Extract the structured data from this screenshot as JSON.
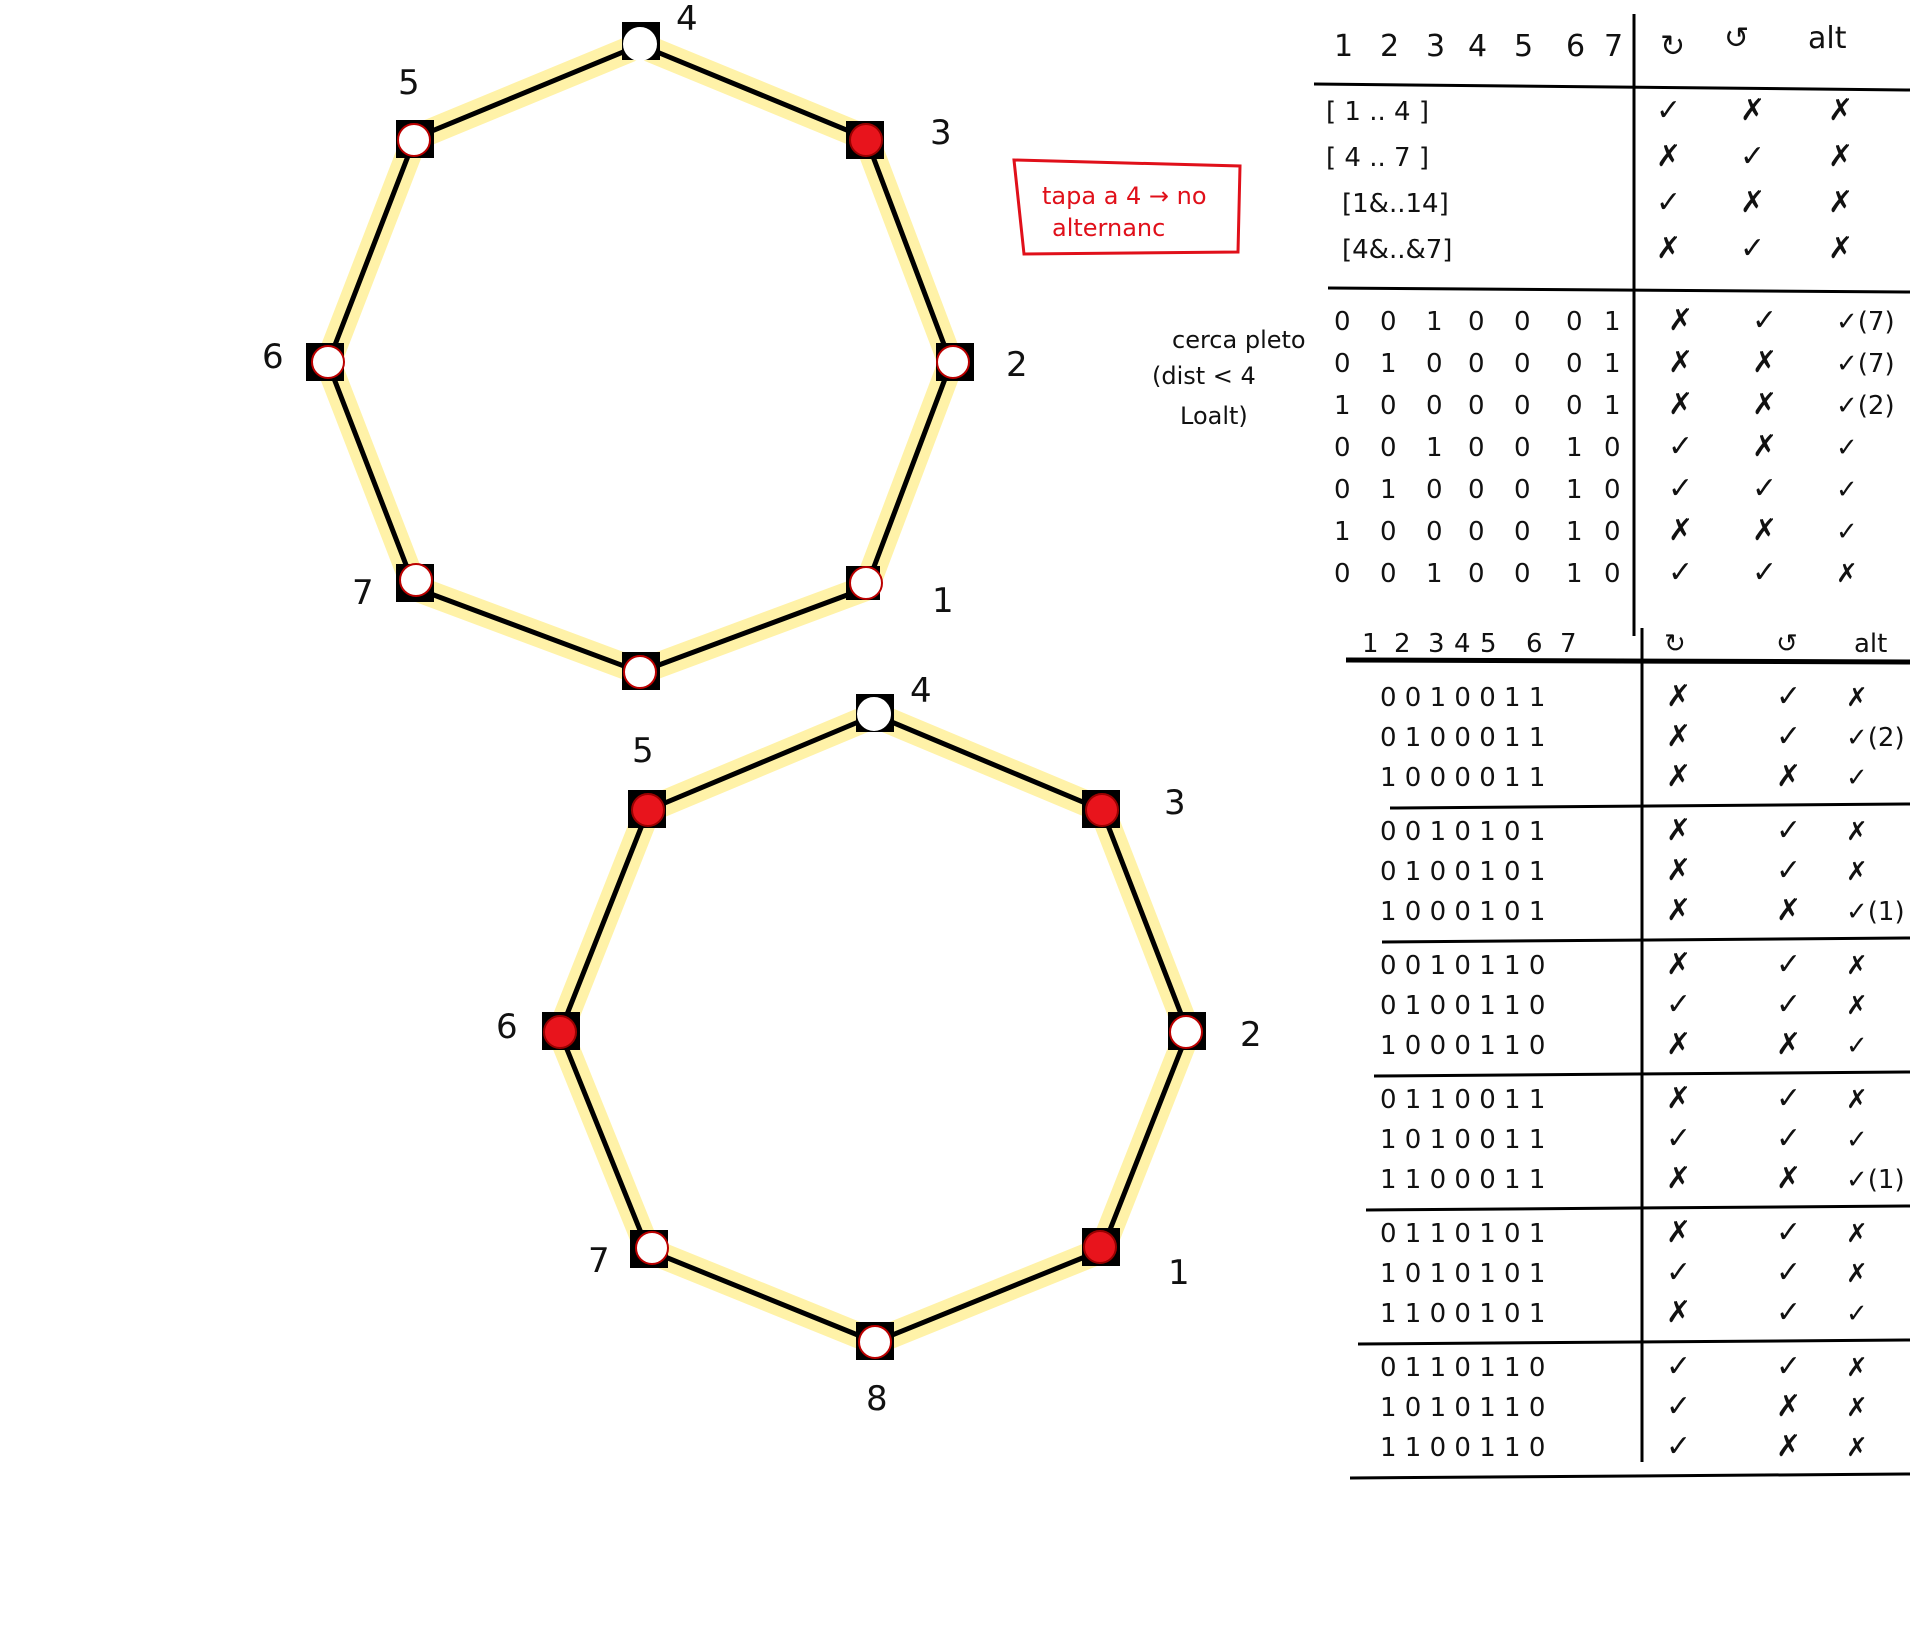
{
  "heptagon": {
    "vertices": [
      {
        "label": "1",
        "color": "white"
      },
      {
        "label": "2",
        "color": "white"
      },
      {
        "label": "3",
        "color": "red"
      },
      {
        "label": "4",
        "color": "white"
      },
      {
        "label": "5",
        "color": "white"
      },
      {
        "label": "6",
        "color": "white"
      },
      {
        "label": "7",
        "color": "white"
      },
      {
        "label": "",
        "color": "white"
      }
    ]
  },
  "octagon": {
    "vertices": [
      {
        "label": "1",
        "color": "red"
      },
      {
        "label": "2",
        "color": "white"
      },
      {
        "label": "3",
        "color": "red"
      },
      {
        "label": "4",
        "color": "white"
      },
      {
        "label": "5",
        "color": "red"
      },
      {
        "label": "6",
        "color": "red"
      },
      {
        "label": "7",
        "color": "white"
      },
      {
        "label": "8",
        "color": "white"
      }
    ]
  },
  "red_note": {
    "line1": "tapa a 4 → no",
    "line2": "alternanc"
  },
  "side_note": {
    "line1": "cerca pleto",
    "line2": "(dist < 4",
    "line3": "Loalt)"
  },
  "colors": {
    "red": "#e8141c",
    "yellow": "#fff2a8",
    "edge": "#000000"
  },
  "table1": {
    "headers": [
      "1",
      "2",
      "3",
      "4",
      "5",
      "6",
      "7",
      "↻",
      "↺",
      "alt"
    ],
    "range_rows": [
      {
        "label": "[ 1 .. 4 ]",
        "cw": "✓",
        "ccw": "✗",
        "alt": "✗"
      },
      {
        "label": "[ 4 .. 7 ]",
        "cw": "✗",
        "ccw": "✓",
        "alt": "✗"
      },
      {
        "label": "[1&..14]",
        "cw": "✓",
        "ccw": "✗",
        "alt": "✗"
      },
      {
        "label": "[4&..&7]",
        "cw": "✗",
        "ccw": "✓",
        "alt": "✗"
      }
    ],
    "bit_rows": [
      {
        "bits": [
          "0",
          "0",
          "1",
          "0",
          "0",
          "0",
          "1"
        ],
        "cw": "✗",
        "ccw": "✓",
        "alt": "✓(7)"
      },
      {
        "bits": [
          "0",
          "1",
          "0",
          "0",
          "0",
          "0",
          "1"
        ],
        "cw": "✗",
        "ccw": "✗",
        "alt": "✓(7)"
      },
      {
        "bits": [
          "1",
          "0",
          "0",
          "0",
          "0",
          "0",
          "1"
        ],
        "cw": "✗",
        "ccw": "✗",
        "alt": "✓(2)"
      },
      {
        "bits": [
          "0",
          "0",
          "1",
          "0",
          "0",
          "1",
          "0"
        ],
        "cw": "✓",
        "ccw": "✗",
        "alt": "✓"
      },
      {
        "bits": [
          "0",
          "1",
          "0",
          "0",
          "0",
          "1",
          "0"
        ],
        "cw": "✓",
        "ccw": "✓",
        "alt": "✓"
      },
      {
        "bits": [
          "1",
          "0",
          "0",
          "0",
          "0",
          "1",
          "0"
        ],
        "cw": "✗",
        "ccw": "✗",
        "alt": "✓"
      },
      {
        "bits": [
          "0",
          "0",
          "1",
          "0",
          "0",
          "1",
          "0"
        ],
        "cw": "✓",
        "ccw": "✓",
        "alt": "✗"
      }
    ]
  },
  "table2": {
    "headers": [
      "1",
      "2",
      "3",
      "4",
      "5",
      "6",
      "7",
      "↻",
      "↺",
      "alt"
    ],
    "groups": [
      [
        {
          "bits": "0 0 1 0 0 1 1",
          "cw": "✗",
          "ccw": "✓",
          "alt": "✗"
        },
        {
          "bits": "0 1 0 0 0 1 1",
          "cw": "✗",
          "ccw": "✓",
          "alt": "✓(2)"
        },
        {
          "bits": "1 0 0 0 0 1 1",
          "cw": "✗",
          "ccw": "✗",
          "alt": "✓"
        }
      ],
      [
        {
          "bits": "0 0 1 0 1 0 1",
          "cw": "✗",
          "ccw": "✓",
          "alt": "✗"
        },
        {
          "bits": "0 1 0 0 1 0 1",
          "cw": "✗",
          "ccw": "✓",
          "alt": "✗"
        },
        {
          "bits": "1 0 0 0 1 0 1",
          "cw": "✗",
          "ccw": "✗",
          "alt": "✓(1)"
        }
      ],
      [
        {
          "bits": "0 0 1 0 1 1 0",
          "cw": "✗",
          "ccw": "✓",
          "alt": "✗"
        },
        {
          "bits": "0 1 0 0 1 1 0",
          "cw": "✓",
          "ccw": "✓",
          "alt": "✗"
        },
        {
          "bits": "1 0 0 0 1 1 0",
          "cw": "✗",
          "ccw": "✗",
          "alt": "✓"
        }
      ],
      [
        {
          "bits": "0 1 1 0 0 1 1",
          "cw": "✗",
          "ccw": "✓",
          "alt": "✗"
        },
        {
          "bits": "1 0 1 0 0 1 1",
          "cw": "✓",
          "ccw": "✓",
          "alt": "✓"
        },
        {
          "bits": "1 1 0 0 0 1 1",
          "cw": "✗",
          "ccw": "✗",
          "alt": "✓(1)"
        }
      ],
      [
        {
          "bits": "0 1 1 0 1 0 1",
          "cw": "✗",
          "ccw": "✓",
          "alt": "✗"
        },
        {
          "bits": "1 0 1 0 1 0 1",
          "cw": "✓",
          "ccw": "✓",
          "alt": "✗"
        },
        {
          "bits": "1 1 0 0 1 0 1",
          "cw": "✗",
          "ccw": "✓",
          "alt": "✓"
        }
      ],
      [
        {
          "bits": "0 1 1 0 1 1 0",
          "cw": "✓",
          "ccw": "✓",
          "alt": "✗"
        },
        {
          "bits": "1 0 1 0 1 1 0",
          "cw": "✓",
          "ccw": "✗",
          "alt": "✗"
        },
        {
          "bits": "1 1 0 0 1 1 0",
          "cw": "✓",
          "ccw": "✗",
          "alt": "✗"
        }
      ]
    ]
  }
}
